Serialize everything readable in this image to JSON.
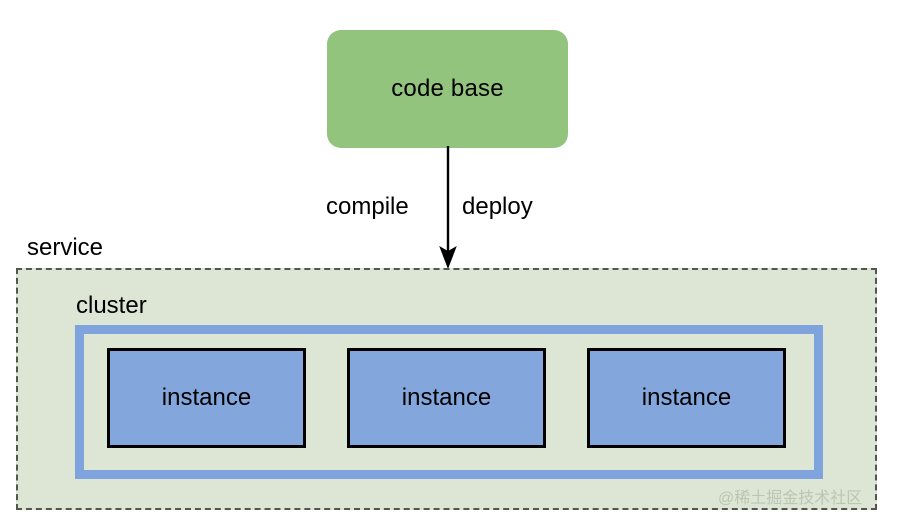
{
  "diagram": {
    "code_base": {
      "label": "code base",
      "fill": "#93c47d"
    },
    "edge": {
      "left_label": "compile",
      "right_label": "deploy",
      "arrow_icon": "down-arrow-icon"
    },
    "service": {
      "label": "service",
      "fill": "#dde5d4",
      "border": "#52564f"
    },
    "cluster": {
      "label": "cluster",
      "fill": "#dde5d4",
      "border": "#7fa3dd"
    },
    "instances": [
      {
        "label": "instance"
      },
      {
        "label": "instance"
      },
      {
        "label": "instance"
      }
    ],
    "instance_fill": "#83a6dd",
    "instance_border": "#000000"
  },
  "watermark": {
    "text": "@稀土掘金技术社区"
  }
}
